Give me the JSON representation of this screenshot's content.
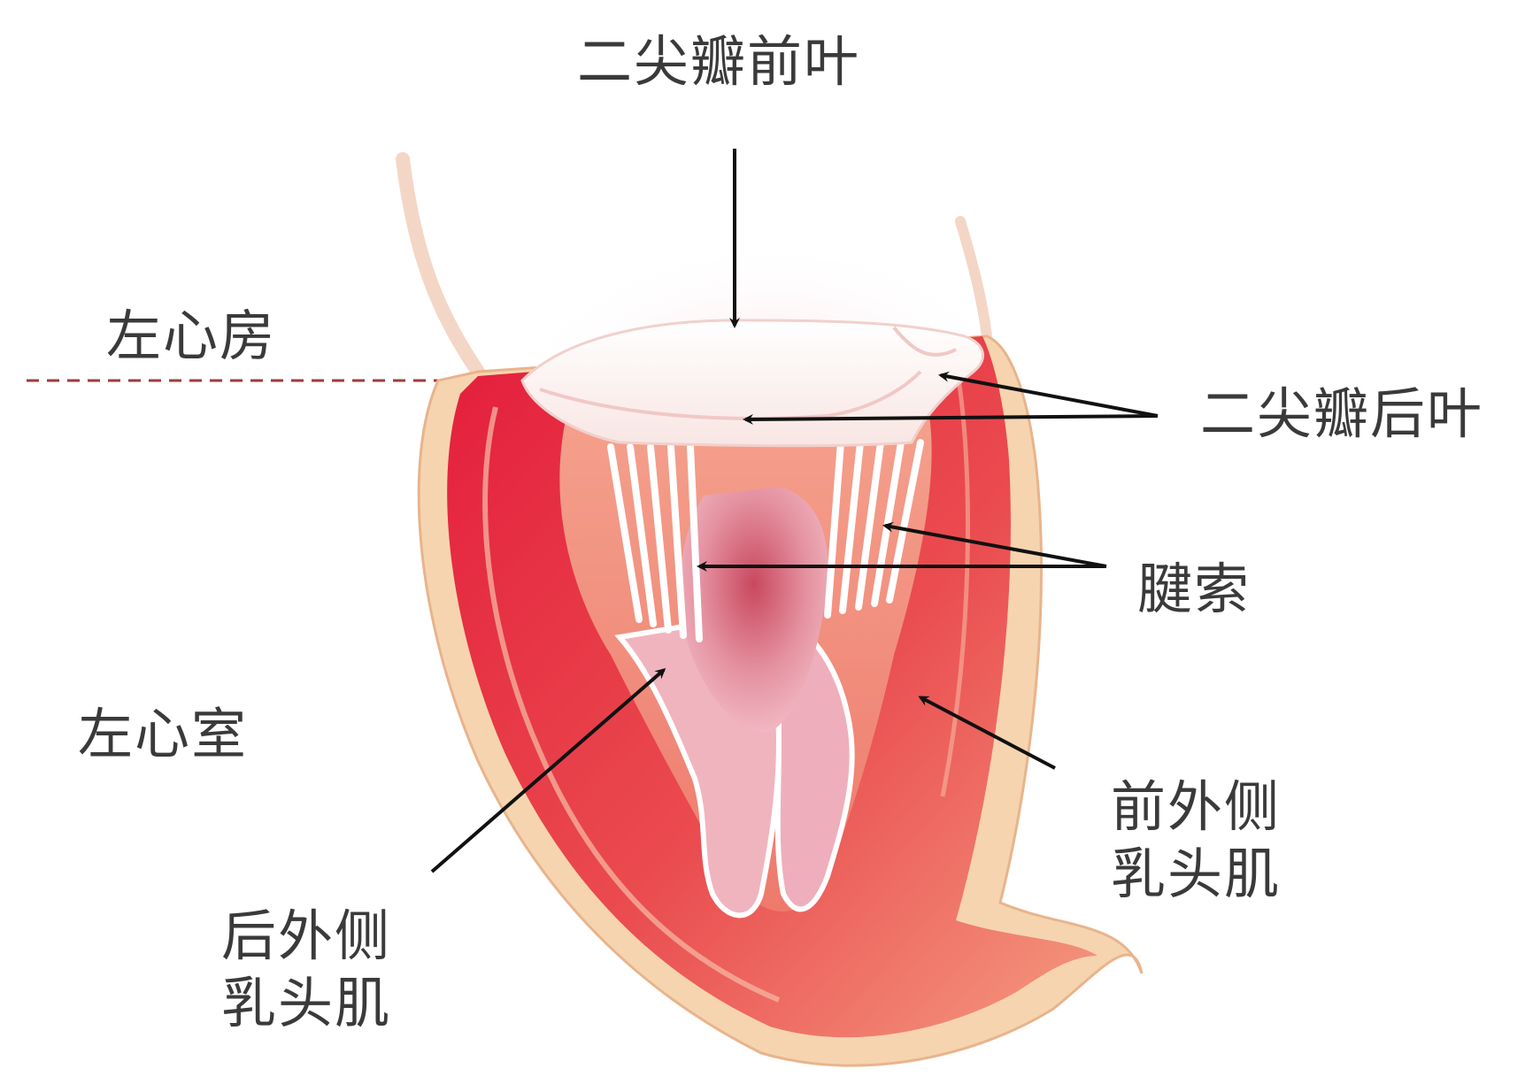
{
  "labels": {
    "mitral_anterior_leaflet": "二尖瓣前叶",
    "left_atrium": "左心房",
    "mitral_posterior_leaflet": "二尖瓣后叶",
    "chordae_tendineae": "腱索",
    "left_ventricle": "左心室",
    "anterolateral_papillary_muscle": "前外侧\n乳头肌",
    "posteromedial_papillary_muscle": "后外侧\n乳头肌"
  },
  "colors": {
    "myocardium_red": "#e0253e",
    "myocardium_light": "#f0857a",
    "epicardium_cream": "#f6d4b0",
    "valve_white": "#fdf6f2",
    "cavity_pink": "#e89aa5",
    "arrow": "#111111",
    "divider": "#a03a3a"
  }
}
